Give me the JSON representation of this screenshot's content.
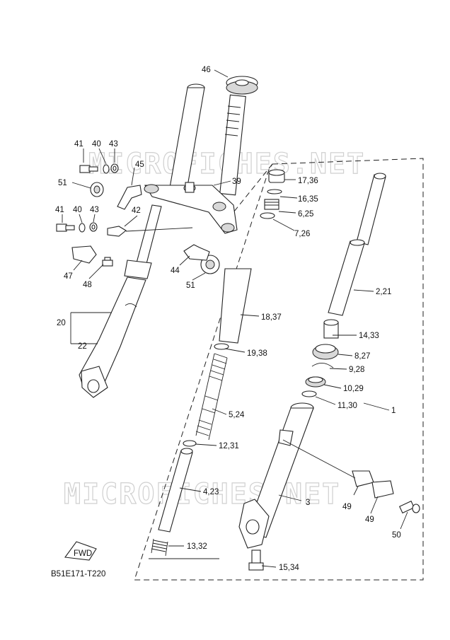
{
  "watermark": "MICROFICHES.NET",
  "diagram_code": "B51E171-T220",
  "fwd_label": "FWD",
  "callouts": {
    "c46": "46",
    "c41a": "41",
    "c40a": "40",
    "c43a": "43",
    "c45": "45",
    "c51a": "51",
    "c39": "39",
    "c41b": "41",
    "c40b": "40",
    "c43b": "43",
    "c42": "42",
    "c47": "47",
    "c48": "48",
    "c44": "44",
    "c51b": "51",
    "c20": "20",
    "c22": "22",
    "c17_36": "17,36",
    "c16_35": "16,35",
    "c6_25": "6,25",
    "c7_26": "7,26",
    "c2_21": "2,21",
    "c18_37": "18,37",
    "c14_33": "14,33",
    "c19_38": "19,38",
    "c8_27": "8,27",
    "c9_28": "9,28",
    "c10_29": "10,29",
    "c11_30": "11,30",
    "c1": "1",
    "c5_24": "5,24",
    "c12_31": "12,31",
    "c4_23": "4,23",
    "c3": "3",
    "c49a": "49",
    "c49b": "49",
    "c50": "50",
    "c13_32": "13,32",
    "c15_34": "15,34"
  }
}
